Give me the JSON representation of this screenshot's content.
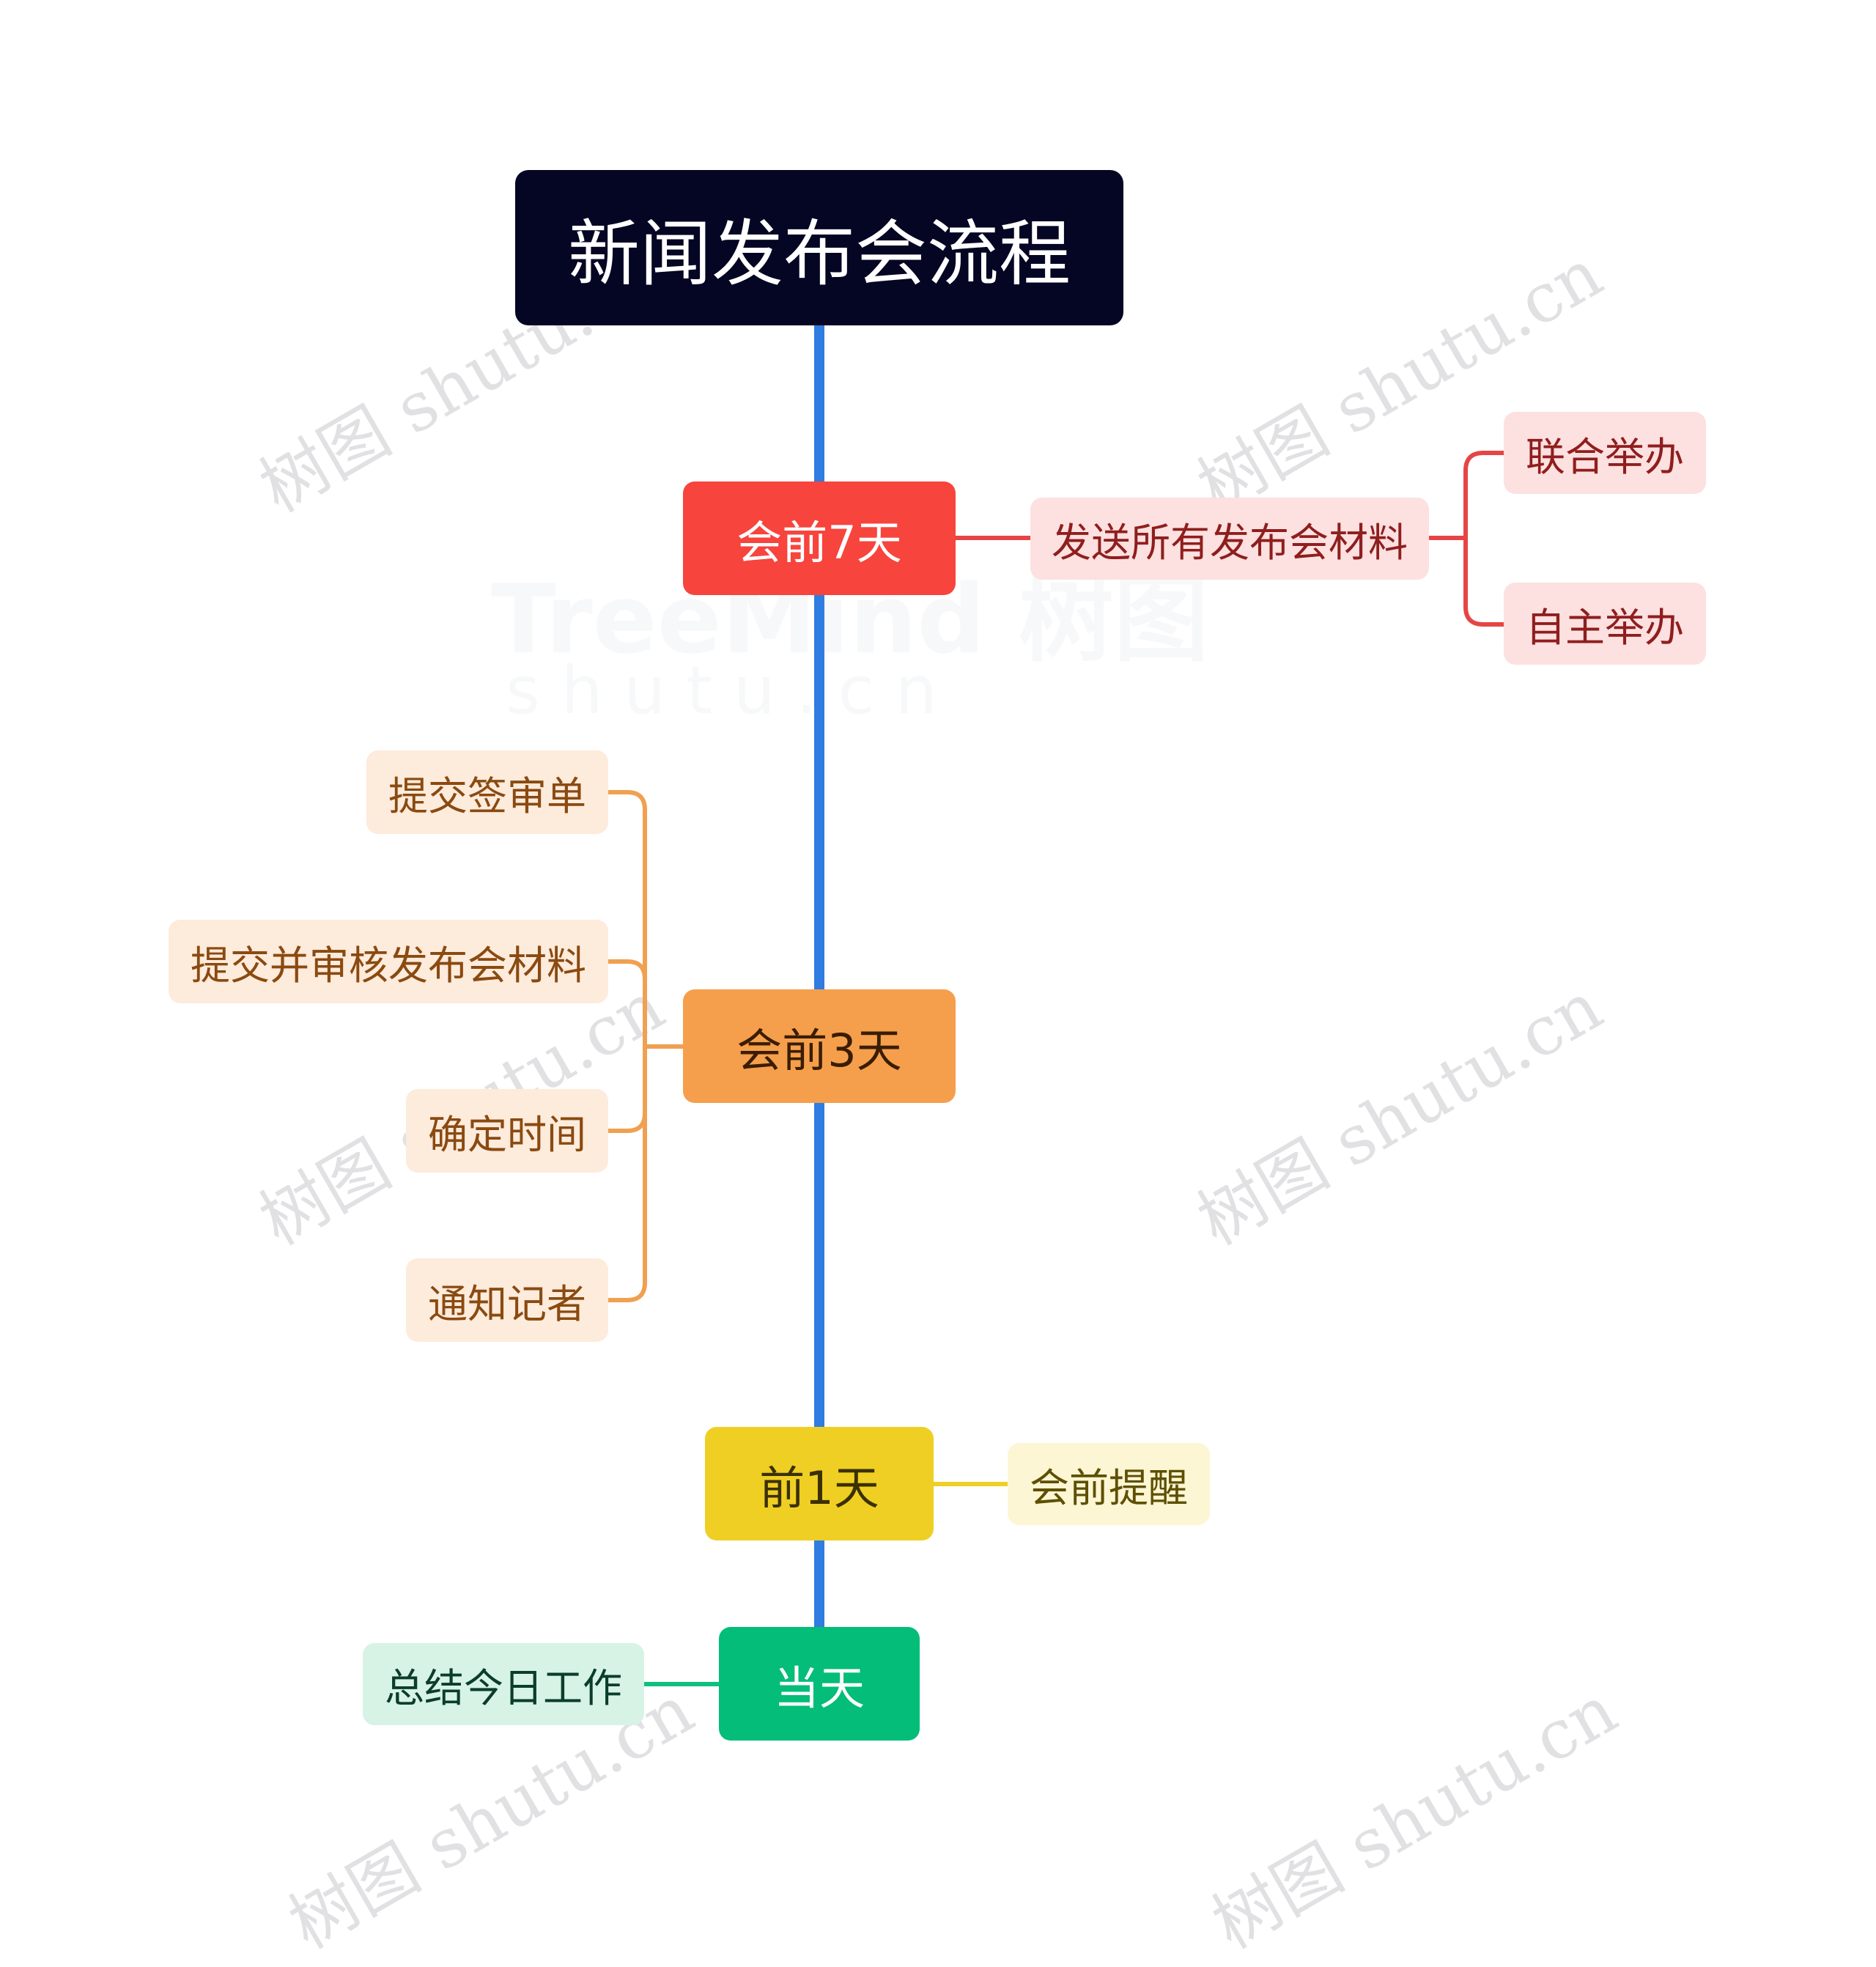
{
  "root": {
    "label": "新闻发布会流程",
    "color": "#050524"
  },
  "branches": {
    "seven_days": {
      "label": "会前7天",
      "color": "#f7443d",
      "child": "发送所有发布会材料",
      "grandchildren": [
        "联合举办",
        "自主举办"
      ]
    },
    "three_days": {
      "label": "会前3天",
      "color": "#f59f4c",
      "children": [
        "提交签审单",
        "提交并审核发布会材料",
        "确定时间",
        "通知记者"
      ]
    },
    "one_day": {
      "label": "前1天",
      "color": "#efcf23",
      "child": "会前提醒"
    },
    "same_day": {
      "label": "当天",
      "color": "#03bd78",
      "child": "总结今日工作"
    }
  },
  "trunk_color": "#2f7de1",
  "watermark": {
    "text": "树图 shutu.cn",
    "brand": "TreeMind 树图",
    "brand_sub": "s h u t u . c n"
  }
}
